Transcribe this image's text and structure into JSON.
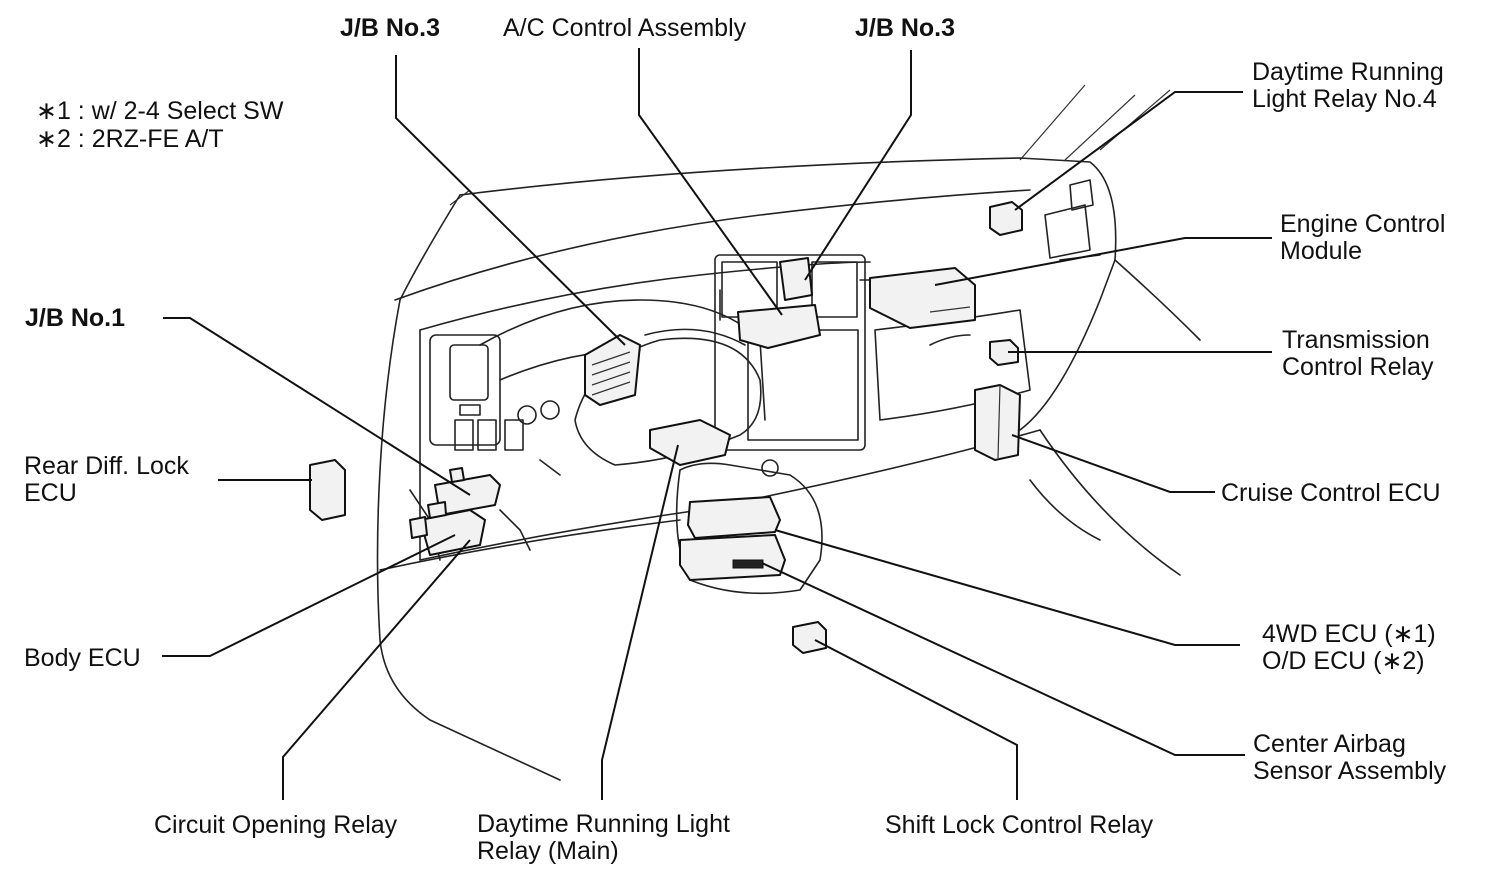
{
  "notes": {
    "note1": "∗1 : w/ 2-4 Select SW",
    "note2": "∗2 : 2RZ-FE A/T"
  },
  "labels": {
    "jb_no3_left": "J/B No.3",
    "ac_control_assembly": "A/C Control Assembly",
    "jb_no3_right": "J/B No.3",
    "drl_relay_no4_l1": "Daytime Running",
    "drl_relay_no4_l2": "Light Relay No.4",
    "engine_control_module_l1": "Engine Control",
    "engine_control_module_l2": "Module",
    "jb_no1": "J/B No.1",
    "transmission_control_relay_l1": "Transmission",
    "transmission_control_relay_l2": "Control Relay",
    "rear_diff_lock_ecu_l1": "Rear Diff. Lock",
    "rear_diff_lock_ecu_l2": "ECU",
    "cruise_control_ecu": "Cruise Control ECU",
    "wd4_ecu": "4WD ECU (∗1)",
    "od_ecu": "O/D ECU (∗2)",
    "body_ecu": "Body ECU",
    "center_airbag_l1": "Center Airbag",
    "center_airbag_l2": "Sensor Assembly",
    "circuit_opening_relay": "Circuit Opening Relay",
    "drl_relay_main_l1": "Daytime Running Light",
    "drl_relay_main_l2": "Relay (Main)",
    "shift_lock_control_relay": "Shift Lock Control Relay"
  }
}
